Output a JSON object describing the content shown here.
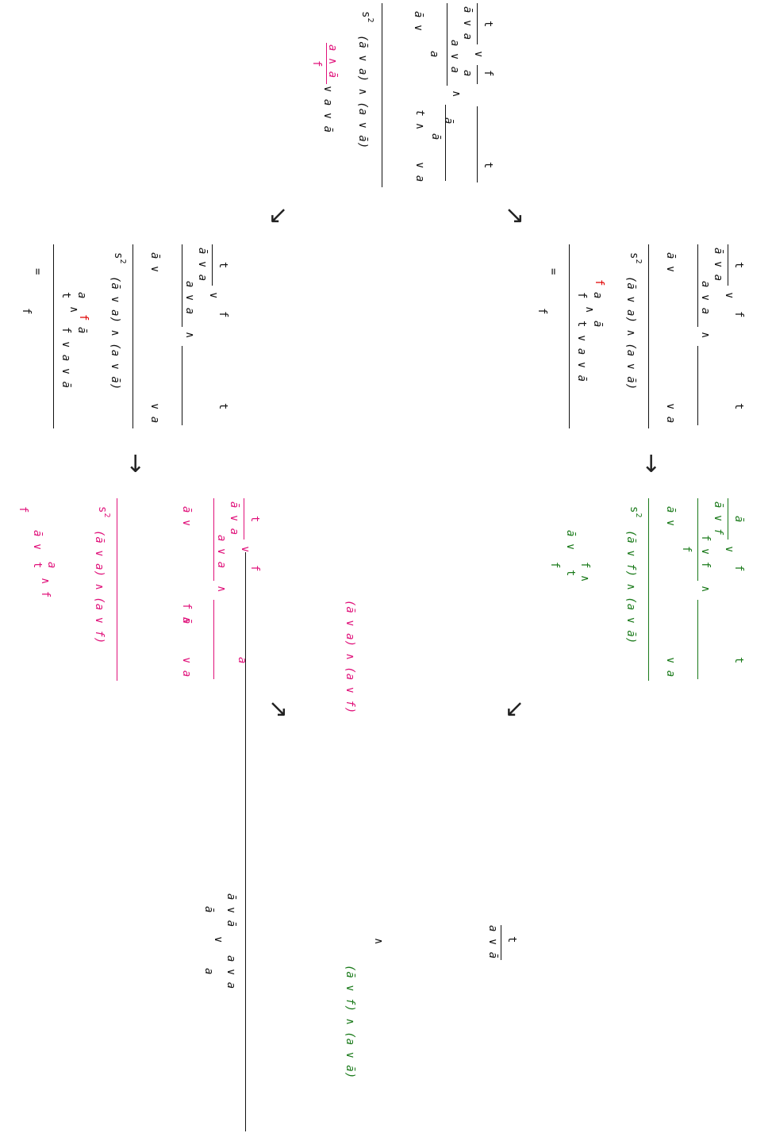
{
  "colors": {
    "black": "#111111",
    "green": "#1a7a1a",
    "pink": "#e0117a",
    "red": "#e00000"
  },
  "arrows": [
    "↘",
    "↙",
    "↓",
    "↓",
    "↙",
    "↘"
  ],
  "shared": {
    "s2": "s",
    "sq": "2",
    "eq": "=",
    "t": "t",
    "f": "f",
    "a": "a",
    "abar": "ā",
    "or": "∨",
    "and": "∧"
  },
  "top": {
    "left_chunks": [
      "ā ∨ a",
      "t",
      "∨",
      "f",
      "a ∨ a",
      "a",
      "ā ∨",
      "a",
      "∧",
      "ā",
      "t",
      "t ∧",
      "ā",
      "∨ a"
    ],
    "main": "(ā ∨ a) ∧ (a ∨ ā)",
    "result_num": "a ∧ ā",
    "result_den": "f",
    "result_tail": "∨ a ∨ ā"
  },
  "mid_left": {
    "main": "(ā ∨ a) ∧ (a ∨ ā)",
    "frac1_num": "a",
    "frac1_den": "t",
    "frac2_num": "ā",
    "frac2_den": "f",
    "marker": "f",
    "tail": "∨ a ∨ ā",
    "result": "f"
  },
  "mid_right": {
    "main": "(ā ∨ a) ∧ (a ∨ ā)",
    "frac1_num": "a",
    "frac1_den": "f",
    "frac2_num": "ā",
    "frac2_den": "t",
    "marker": "f",
    "tail": "∨ a ∨ ā",
    "result": "f"
  },
  "low_left": {
    "main": "(ā ∨ a) ∧ (a ∨ f)",
    "frac_num": "a",
    "frac_den": "t",
    "tail": "∧ f",
    "lead": "ā ∨",
    "end": "∨ a",
    "inner_fa": "f ∧",
    "inner_ad": "ā",
    "result": "f"
  },
  "low_right": {
    "main": "(ā ∨ f) ∧ (a ∨ ā)",
    "ff": "f ∨ f",
    "af": "ā ∨ f",
    "fa": "f ∧",
    "lead": "ā ∨",
    "end": "∨ a",
    "result": "f"
  },
  "bottom": {
    "left_main": "(ā ∨ a) ∧ (a ∨ f)",
    "right_main": "(ā ∨ f) ∧ (a ∨ ā)",
    "join": "∧",
    "tail_num": "t",
    "tail_den": "a ∨ ā",
    "outer_num1": "ā ∨ ā",
    "outer_den1": "ā",
    "outer_num2": "a ∨ a",
    "outer_den2": "a",
    "outer_op": "∨"
  }
}
